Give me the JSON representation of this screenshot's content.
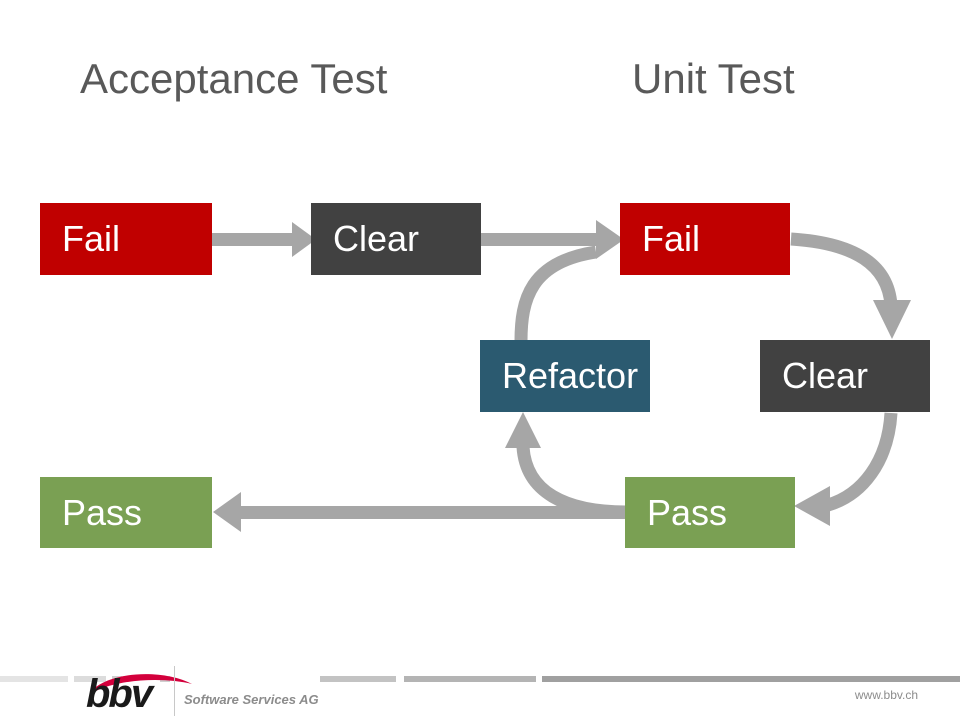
{
  "slide": {
    "headings": [
      {
        "id": "acceptance",
        "label": "Acceptance Test"
      },
      {
        "id": "unit",
        "label": "Unit Test"
      }
    ],
    "nodes": [
      {
        "id": "acc-fail",
        "label": "Fail",
        "color": "#c00000",
        "group": "acceptance"
      },
      {
        "id": "acc-clear",
        "label": "Clear",
        "color": "#414141",
        "group": "acceptance"
      },
      {
        "id": "unit-fail",
        "label": "Fail",
        "color": "#c00000",
        "group": "unit"
      },
      {
        "id": "unit-clear",
        "label": "Clear",
        "color": "#414141",
        "group": "unit"
      },
      {
        "id": "refactor",
        "label": "Refactor",
        "color": "#2b5a70",
        "group": "unit"
      },
      {
        "id": "unit-pass",
        "label": "Pass",
        "color": "#7aa053",
        "group": "unit"
      },
      {
        "id": "acc-pass",
        "label": "Pass",
        "color": "#7aa053",
        "group": "acceptance"
      }
    ],
    "flows": [
      {
        "from": "acc-fail",
        "to": "acc-clear",
        "shape": "straight"
      },
      {
        "from": "acc-clear",
        "to": "unit-fail",
        "shape": "straight"
      },
      {
        "from": "unit-fail",
        "to": "unit-clear",
        "shape": "curve"
      },
      {
        "from": "unit-clear",
        "to": "unit-pass",
        "shape": "curve"
      },
      {
        "from": "unit-pass",
        "to": "refactor",
        "shape": "curve"
      },
      {
        "from": "refactor",
        "to": "unit-fail",
        "shape": "curve"
      },
      {
        "from": "unit-pass",
        "to": "acc-pass",
        "shape": "straight"
      }
    ],
    "arrow_color": "#a6a6a6"
  },
  "footer": {
    "logo_text": "bbv",
    "tagline": "Software Services AG",
    "url": "www.bbv.ch",
    "swoosh_color": "#d3003c"
  }
}
